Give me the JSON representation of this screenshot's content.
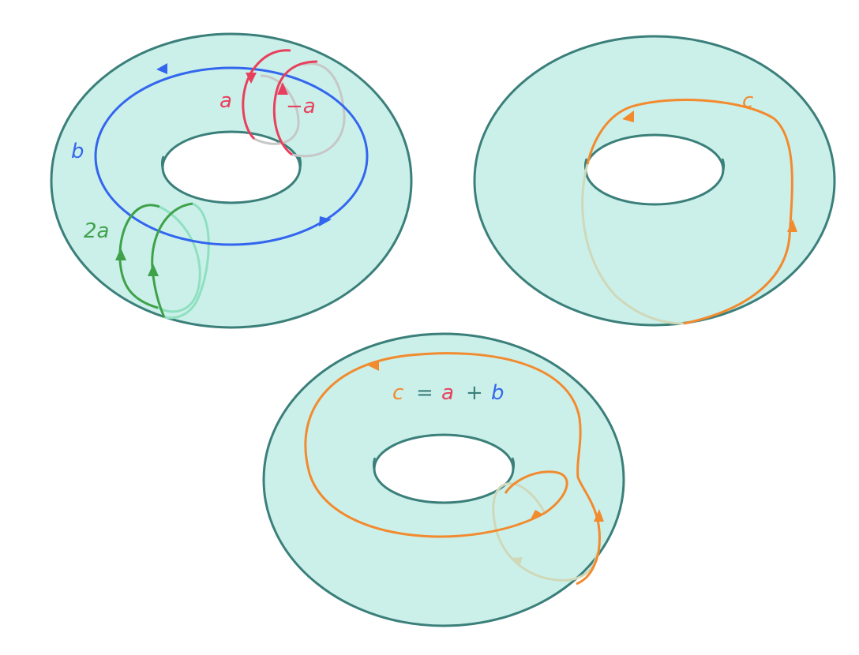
{
  "colors": {
    "torus_fill": "#cbf0ea",
    "torus_edge": "#3b7f7a",
    "curve_a": "#e8405c",
    "curve_b": "#3366ee",
    "curve_2a": "#3fa24a",
    "curve_c": "#f28a2e",
    "hidden_c": "#cfd8b8",
    "hidden_green": "#8fe0c0",
    "hidden_red": "#c7c7c7"
  },
  "labels": {
    "a": "a",
    "neg_a": "−a",
    "b": "b",
    "two_a": "2a",
    "c": "c",
    "equation": {
      "c": "c",
      "eq": "=",
      "a": "a",
      "plus": "+",
      "b": "b"
    }
  },
  "tori": [
    {
      "id": "torus-left",
      "curves": [
        "a",
        "-a",
        "b",
        "2a"
      ]
    },
    {
      "id": "torus-right",
      "curves": [
        "c"
      ]
    },
    {
      "id": "torus-bottom",
      "curves": [
        "c = a + b"
      ]
    }
  ]
}
